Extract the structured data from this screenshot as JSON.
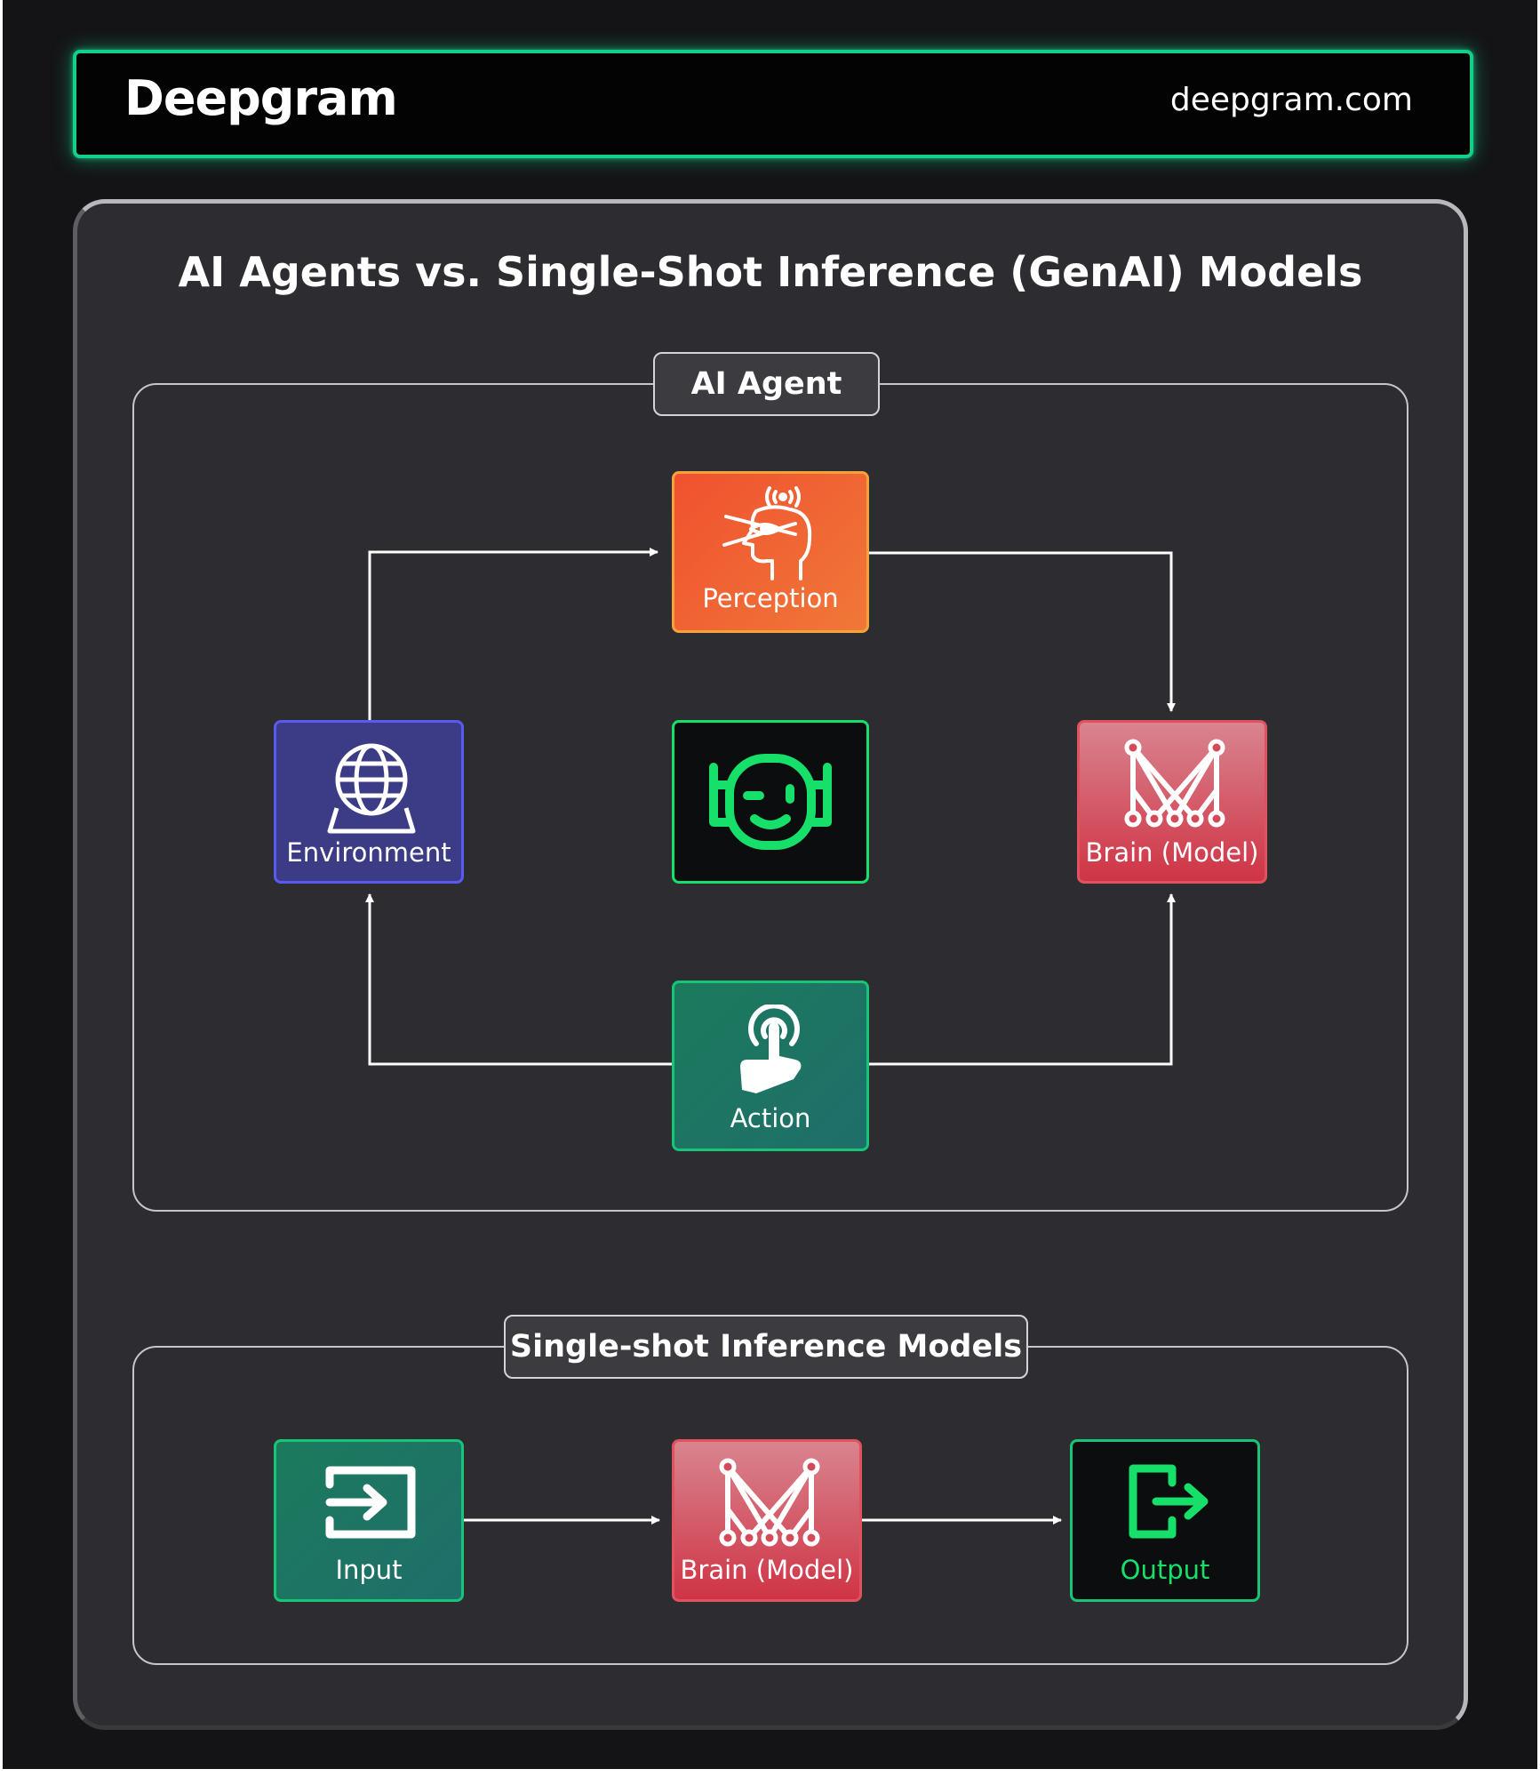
{
  "header": {
    "brand": "Deepgram",
    "url": "deepgram.com"
  },
  "main": {
    "title": "AI Agents vs. Single-Shot Inference (GenAI) Models"
  },
  "ai_agent": {
    "label": "AI Agent",
    "nodes": {
      "perception": {
        "label": "Perception",
        "icon": "head-perception-icon"
      },
      "environment": {
        "label": "Environment",
        "icon": "globe-map-icon"
      },
      "agent": {
        "label": "",
        "icon": "robot-face-icon"
      },
      "brain": {
        "label": "Brain (Model)",
        "icon": "neural-network-icon"
      },
      "action": {
        "label": "Action",
        "icon": "tap-hand-icon"
      }
    }
  },
  "single_shot": {
    "label": "Single-shot Inference Models",
    "nodes": {
      "input": {
        "label": "Input",
        "icon": "input-arrow-icon"
      },
      "brain": {
        "label": "Brain (Model)",
        "icon": "neural-network-icon"
      },
      "output": {
        "label": "Output",
        "icon": "output-arrow-icon"
      }
    }
  },
  "colors": {
    "accent_green": "#13cf8a",
    "perception_orange": "#f2573c",
    "environment_indigo": "#3d3d8c",
    "brain_red": "#d3424f",
    "action_teal": "#1d7a62",
    "robot_green": "#16e06a"
  }
}
